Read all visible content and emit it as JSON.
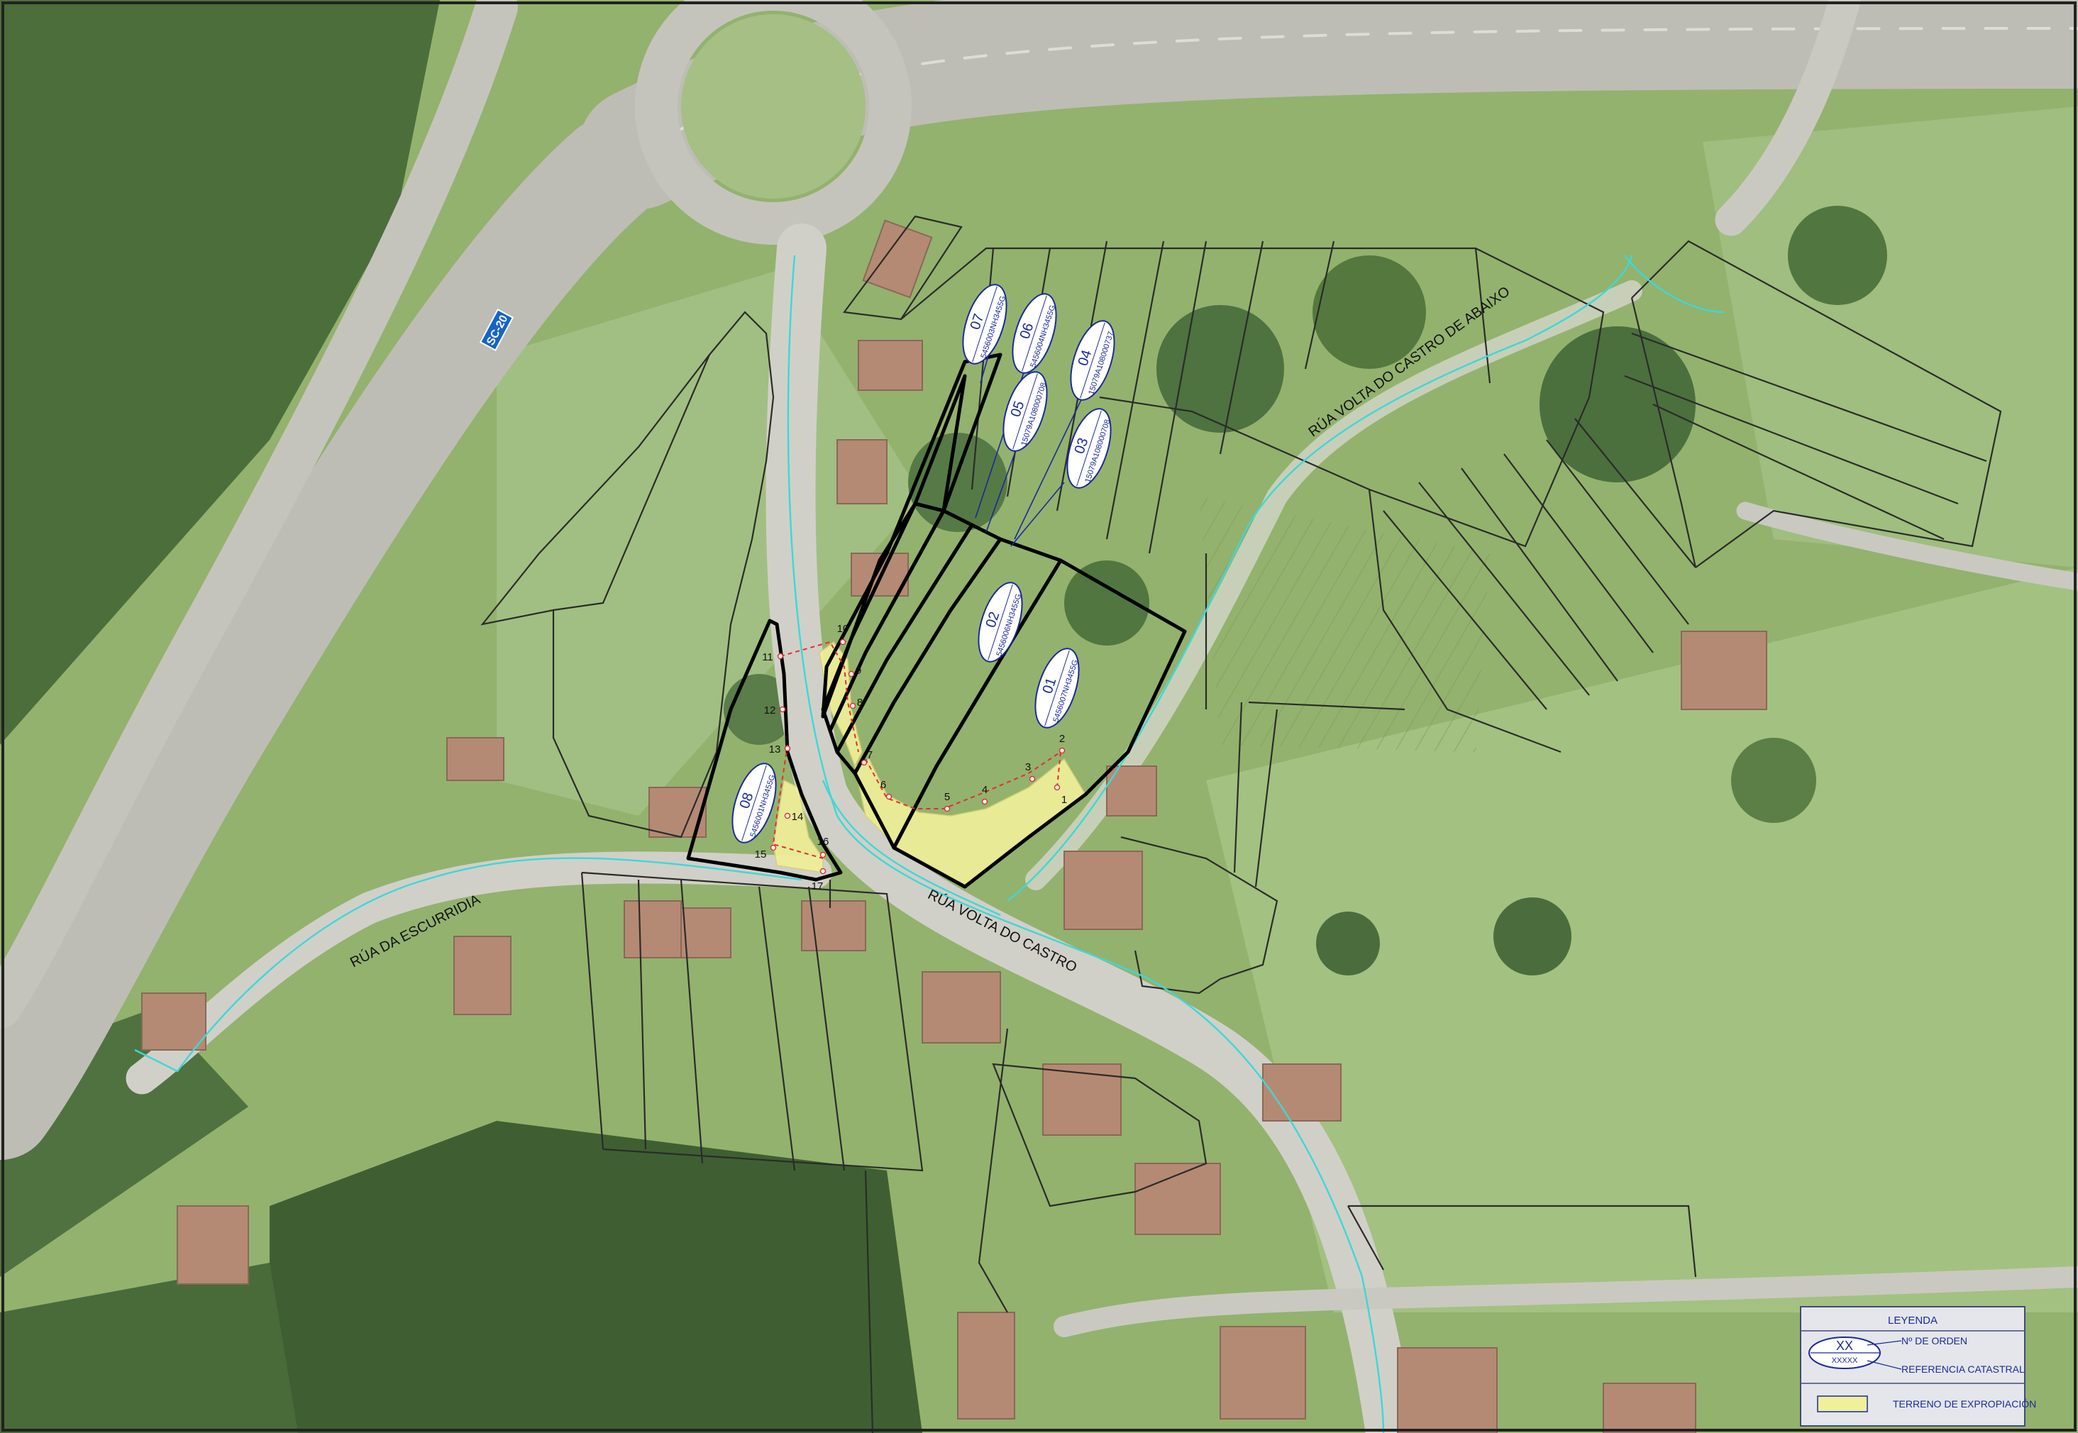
{
  "colors": {
    "background_green": "#8fae6a",
    "road": "#c9c9c2",
    "cadastral_line": "#2b2b2b",
    "parcel_outline": "#000000",
    "street_line": "#3fd7d7",
    "expropriation_fill": "#f0ef9a",
    "label_text": "#1a2a9a",
    "point_marker": "#e03030",
    "sc20_badge": "#1464c8"
  },
  "road_badge": {
    "label": "SC-20"
  },
  "streets": [
    {
      "id": "volta-castro",
      "label": "RÚA VOLTA DO CASTRO"
    },
    {
      "id": "escurridia",
      "label": "RÚA DA ESCURRIDIA"
    },
    {
      "id": "volta-abaixo",
      "label": "RÚA VOLTA DO CASTRO DE ABAIXO"
    }
  ],
  "parcels": [
    {
      "orden": "01",
      "ref": "5456007NH3455G"
    },
    {
      "orden": "02",
      "ref": "5456006NH3455G"
    },
    {
      "orden": "03",
      "ref": "15079A108000708"
    },
    {
      "orden": "04",
      "ref": "15079A108000737"
    },
    {
      "orden": "05",
      "ref": "15079A108000708"
    },
    {
      "orden": "06",
      "ref": "5456004NH3455G"
    },
    {
      "orden": "07",
      "ref": "5456003NH3455G"
    },
    {
      "orden": "08",
      "ref": "5456001NH3455G"
    }
  ],
  "points": [
    "1",
    "2",
    "3",
    "4",
    "5",
    "6",
    "7",
    "8",
    "9",
    "10",
    "11",
    "12",
    "13",
    "14",
    "15",
    "16",
    "17"
  ],
  "legend": {
    "title": "LEYENDA",
    "symbol_top": "XX",
    "symbol_bottom": "XXXXX",
    "orden_label": "Nº DE ORDEN",
    "ref_label": "REFERENCIA CATASTRAL",
    "expropiacion_label": "TERRENO DE EXPROPIACIÓN"
  }
}
